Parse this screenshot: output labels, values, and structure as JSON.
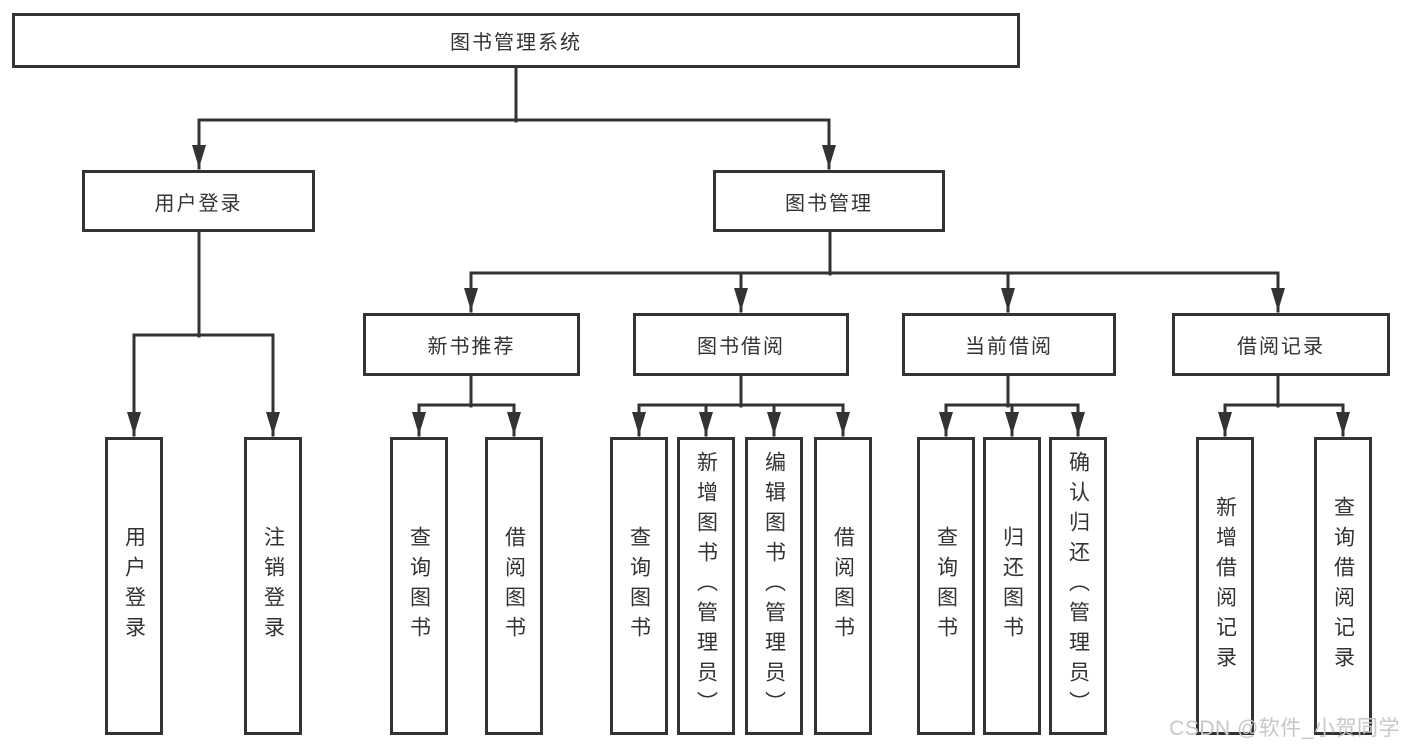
{
  "tree": {
    "label": "图书管理系统",
    "children": [
      {
        "label": "用户登录",
        "children": [
          {
            "label": "用户登录"
          },
          {
            "label": "注销登录"
          }
        ]
      },
      {
        "label": "图书管理",
        "children": [
          {
            "label": "新书推荐",
            "children": [
              {
                "label": "查询图书"
              },
              {
                "label": "借阅图书"
              }
            ]
          },
          {
            "label": "图书借阅",
            "children": [
              {
                "label": "查询图书"
              },
              {
                "label": "新增图书（管理员）"
              },
              {
                "label": "编辑图书（管理员）"
              },
              {
                "label": "借阅图书"
              }
            ]
          },
          {
            "label": "当前借阅",
            "children": [
              {
                "label": "查询图书"
              },
              {
                "label": "归还图书"
              },
              {
                "label": "确认归还（管理员）"
              }
            ]
          },
          {
            "label": "借阅记录",
            "children": [
              {
                "label": "新增借阅记录"
              },
              {
                "label": "查询借阅记录"
              }
            ]
          }
        ]
      }
    ]
  },
  "watermark": "CSDN @软件_小贺同学",
  "colors": {
    "line": "#333333",
    "box_border": "#333333",
    "text": "#333333",
    "watermark": "#c7c7c7",
    "background": "#ffffff"
  }
}
